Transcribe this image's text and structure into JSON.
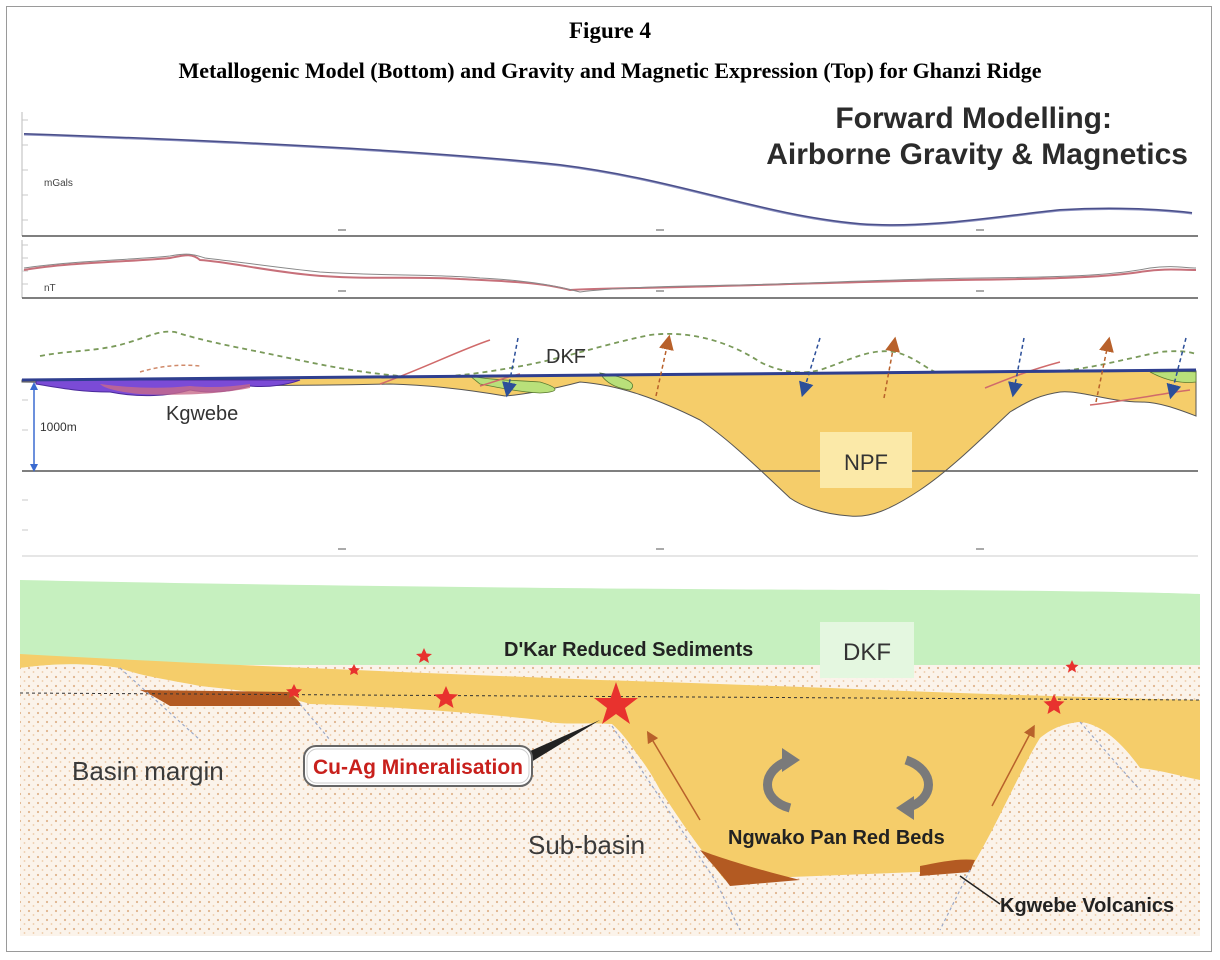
{
  "figure": {
    "label": "Figure 4",
    "title": "Metallogenic Model (Bottom) and Gravity and Magnetic Expression (Top) for Ghanzi Ridge"
  },
  "top_panel": {
    "heading_line1": "Forward Modelling:",
    "heading_line2": "Airborne Gravity & Magnetics",
    "gravity_unit": "mGals",
    "magnetic_unit": "nT",
    "depth_scale": "1000m",
    "labels": {
      "dkf": "DKF",
      "kgwebe": "Kgwebe",
      "npf": "NPF"
    }
  },
  "bottom_panel": {
    "dkar": "D'Kar Reduced Sediments",
    "dkf": "DKF",
    "basin_margin": "Basin margin",
    "callout": "Cu-Ag Mineralisation",
    "sub_basin": "Sub-basin",
    "red_beds": "Ngwako Pan Red Beds",
    "volcanics": "Kgwebe Volcanics"
  },
  "colors": {
    "sediment_green": "#c6f0bf",
    "red_beds_yellow": "#f5cd6a",
    "volcanics_brown": "#b35a22",
    "basement_dots": "#e3b98f",
    "star_red": "#e8322e",
    "callout_red": "#c8201c",
    "gravity_line": "#4a4f8a",
    "mag_line": "#c7707a"
  }
}
